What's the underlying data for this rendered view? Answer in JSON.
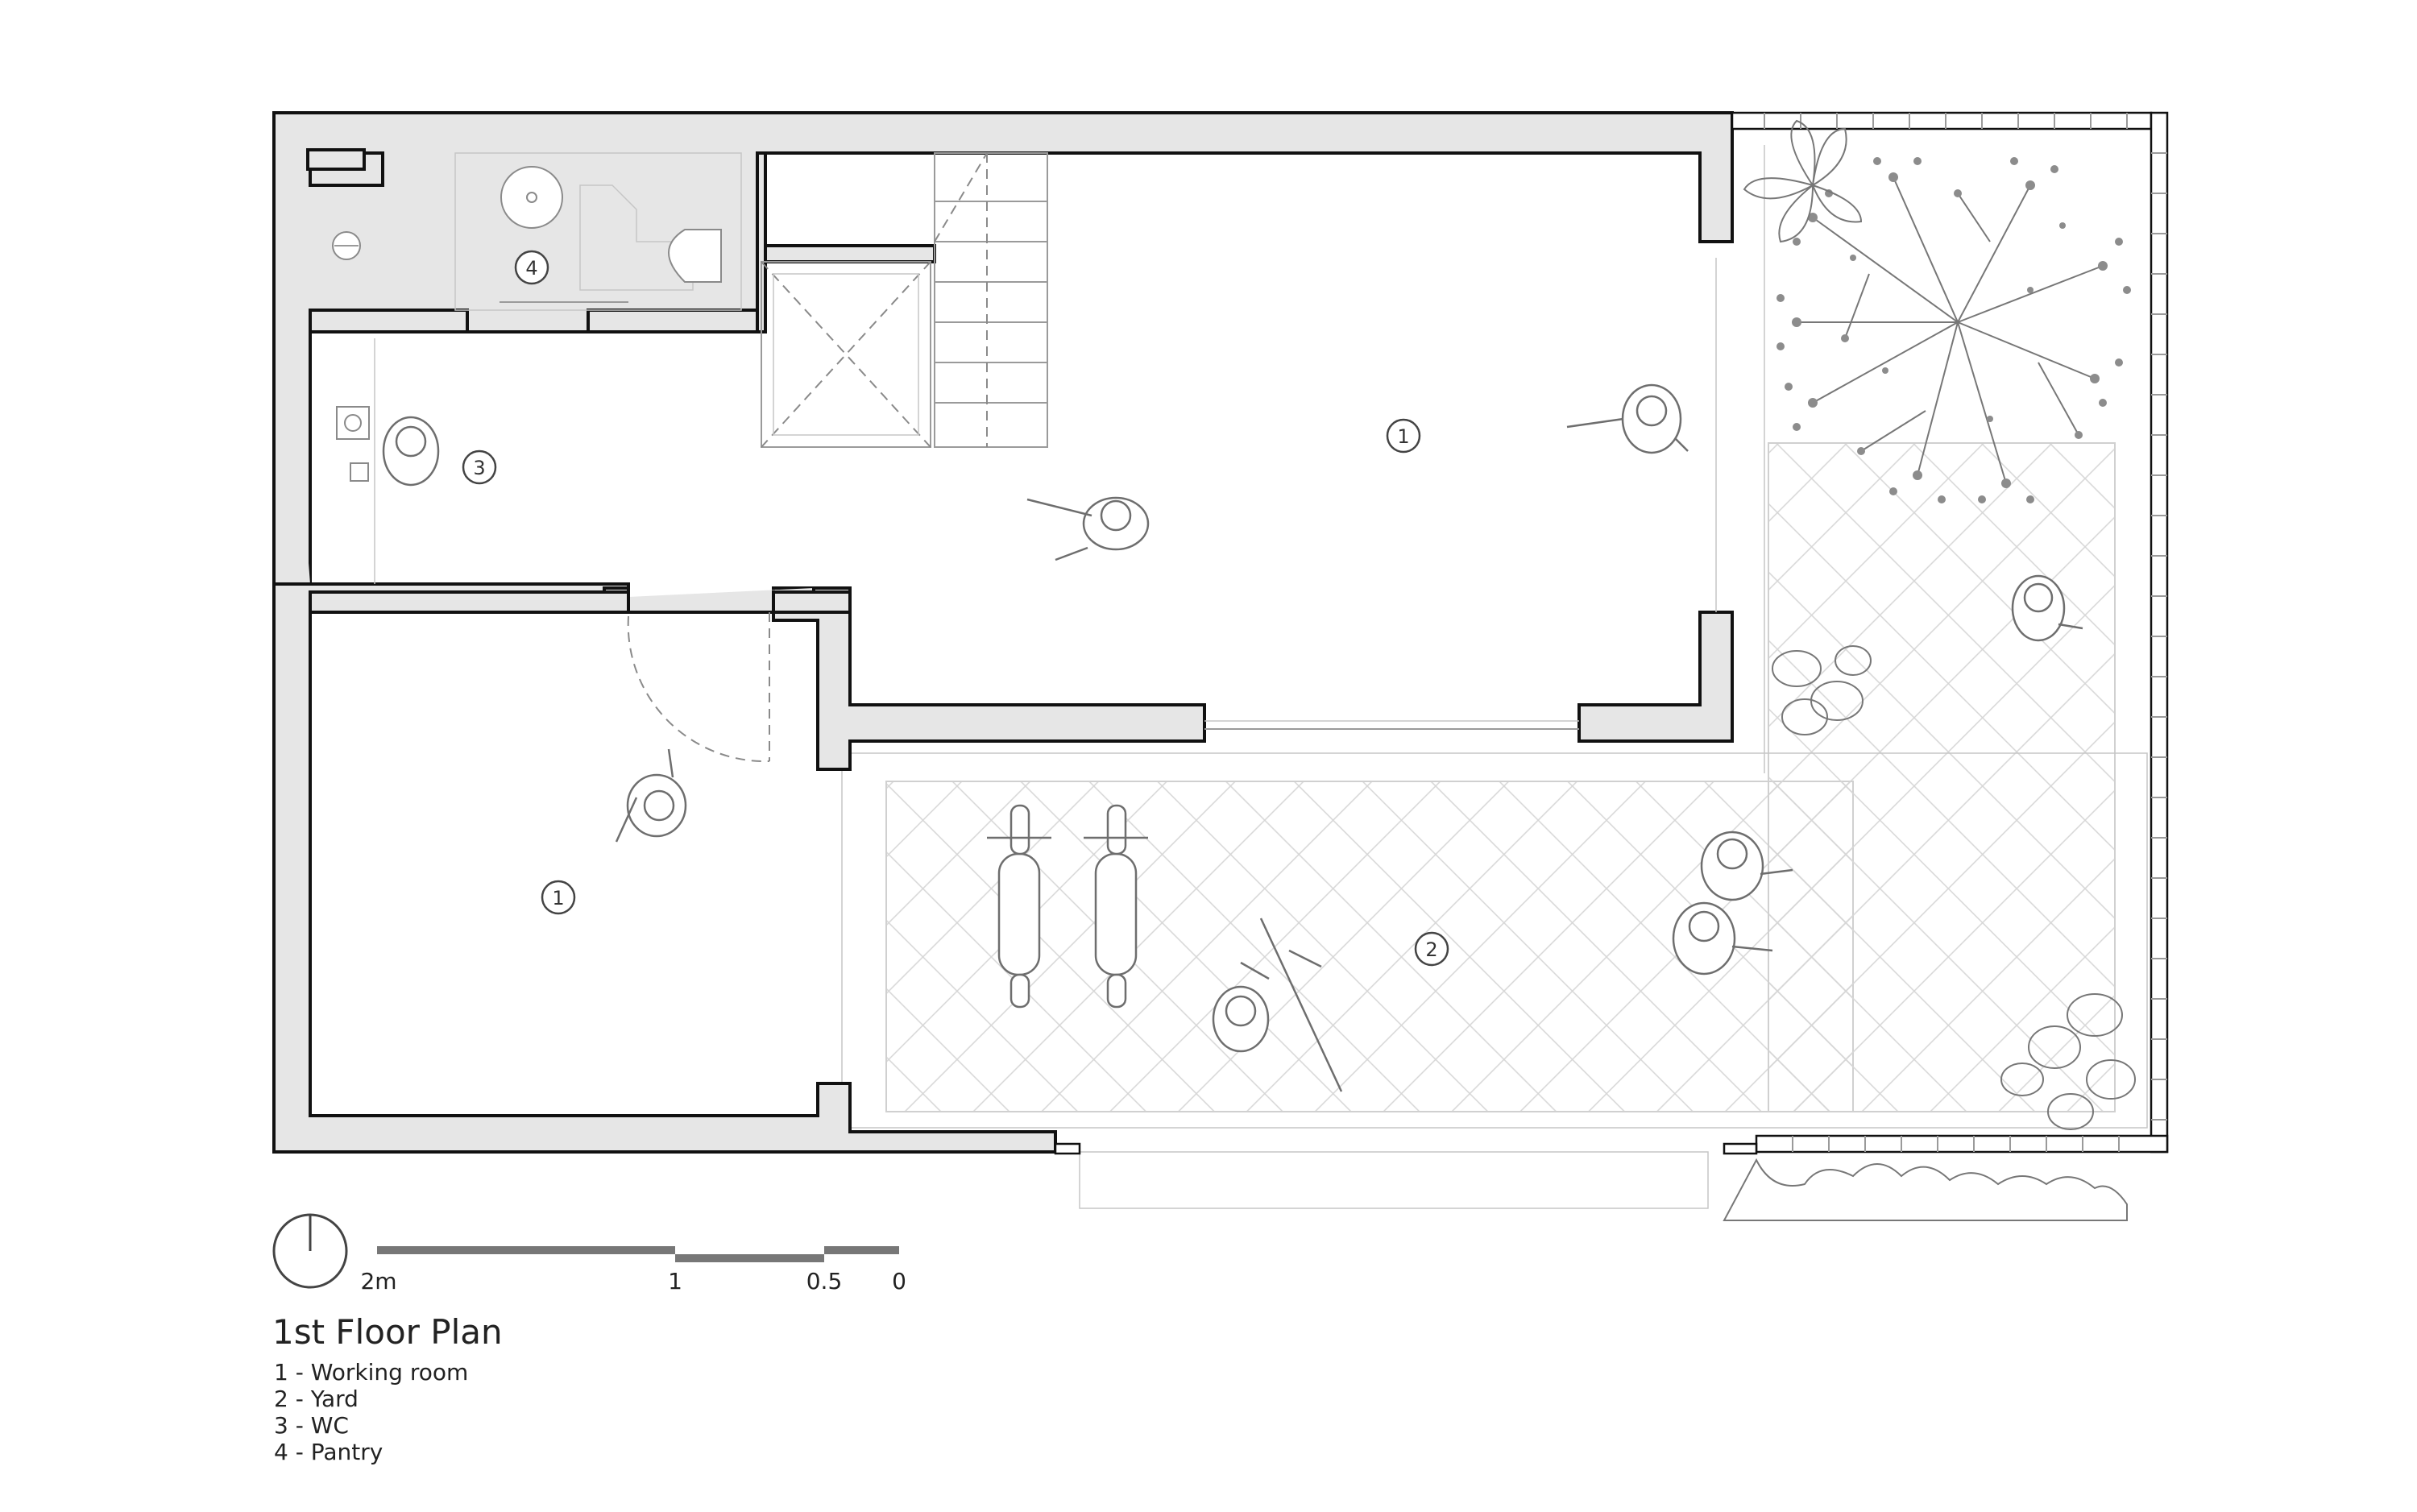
{
  "title": "1st Floor Plan",
  "legend": [
    "1 - Working room",
    "2 - Yard",
    "3 - WC",
    "4 - Pantry"
  ],
  "room_tags": {
    "working_room_upper": "1",
    "working_room_lower": "1",
    "yard": "2",
    "wc": "3",
    "pantry": "4"
  },
  "scale_bar": {
    "label_2m": "2m",
    "label_1": "1",
    "label_05": "0.5",
    "label_0": "0"
  },
  "icons": {
    "north": "north-arrow-icon",
    "tree": "tree-icon",
    "person": "person-icon",
    "motorbike": "motorbike-icon",
    "bicycle": "bicycle-icon"
  }
}
